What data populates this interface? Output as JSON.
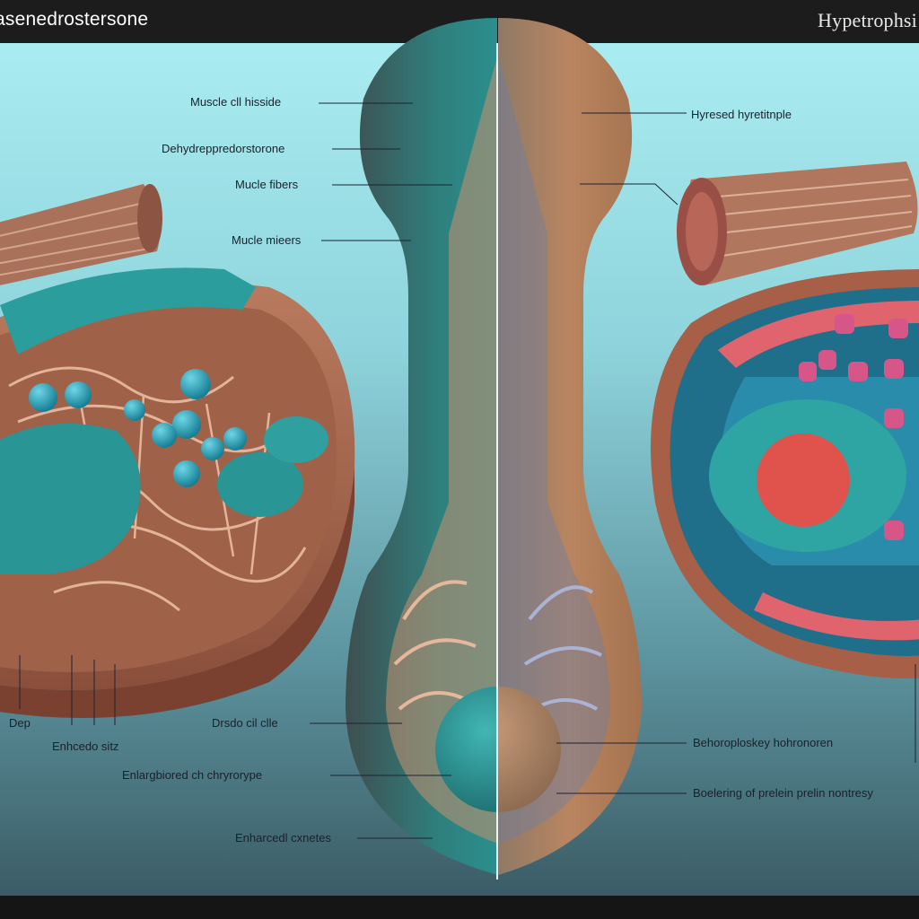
{
  "titles": {
    "left": "asenedrostersone",
    "right": "Hypetrophsi"
  },
  "labels": {
    "muscle_cell_hissicle": "Muscle cll hisside",
    "dehydroepiandrosterone": "Dehydreppredorstorone",
    "muscle_fibers": "Mucle fibers",
    "muscle_miesrs": "Mucle mieers",
    "hypertrophic": "Hyresed hyretitnple",
    "drd_cell": "Drsdo cil clle",
    "enlarged_phenotype": "Enlargbiored ch chryrorype",
    "enhanced_capacities": "Enharcedl cxnetes",
    "behoroplosy": "Behoroploskey hohronoren",
    "boelering_protein": "Boelering of prelein prelin nontresy",
    "dep": "Dep",
    "enhanced_size": "Enhcedo sitz"
  },
  "colors": {
    "teal_cells": "#2a9c9c",
    "muscle_brown": "#a8694f",
    "skin_tan": "#b98560",
    "pink_band": "#e0646e",
    "nucleus_red": "#e0534d",
    "background_top": "#a9ecf1",
    "background_bottom": "#3b5c66"
  }
}
